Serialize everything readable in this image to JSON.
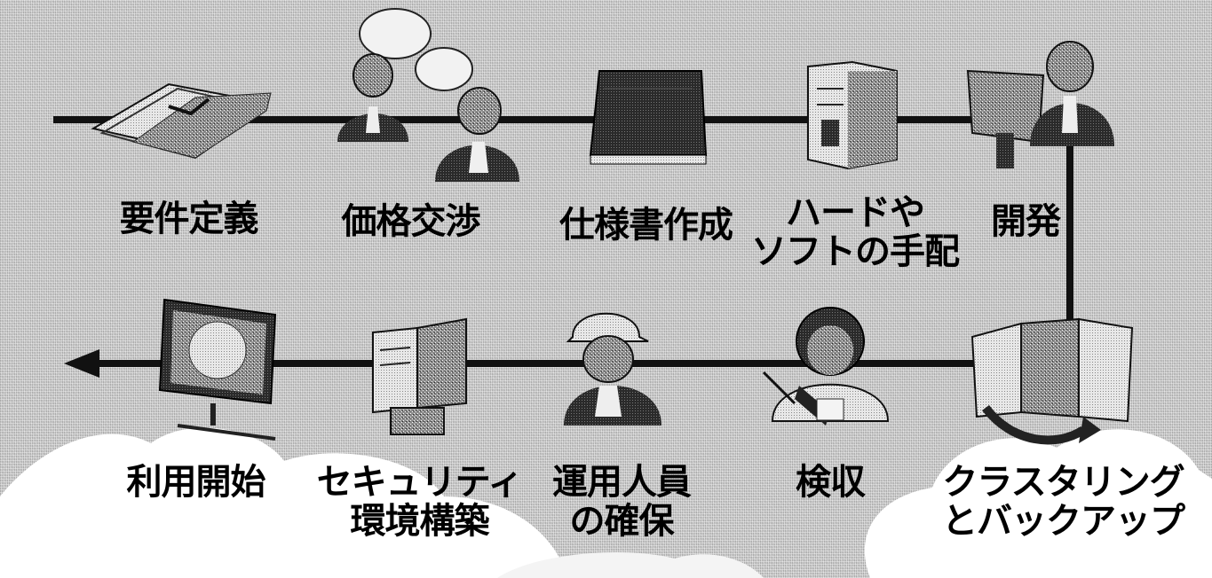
{
  "steps_top": [
    {
      "id": "requirements",
      "icon": "documents-icon",
      "lines": [
        "要件定義"
      ]
    },
    {
      "id": "price",
      "icon": "negotiation-people-icon",
      "lines": [
        "価格交渉"
      ]
    },
    {
      "id": "spec",
      "icon": "book-icon",
      "lines": [
        "仕様書作成"
      ]
    },
    {
      "id": "procurement",
      "icon": "server-tower-icon",
      "lines": [
        "ハードや",
        "ソフトの手配"
      ]
    },
    {
      "id": "development",
      "icon": "developer-at-monitor-icon",
      "lines": [
        "開発"
      ]
    }
  ],
  "steps_bottom": [
    {
      "id": "clustering",
      "icon": "cluster-servers-icon",
      "lines": [
        "クラスタリング",
        "とバックアップ"
      ]
    },
    {
      "id": "acceptance",
      "icon": "inspector-icon",
      "lines": [
        "検収"
      ]
    },
    {
      "id": "staffing",
      "icon": "operator-helmet-icon",
      "lines": [
        "運用人員",
        "の確保"
      ]
    },
    {
      "id": "security",
      "icon": "security-server-icon",
      "lines": [
        "セキュリティ",
        "環境構築"
      ]
    },
    {
      "id": "start",
      "icon": "monitor-globe-icon",
      "lines": [
        "利用開始"
      ]
    }
  ]
}
